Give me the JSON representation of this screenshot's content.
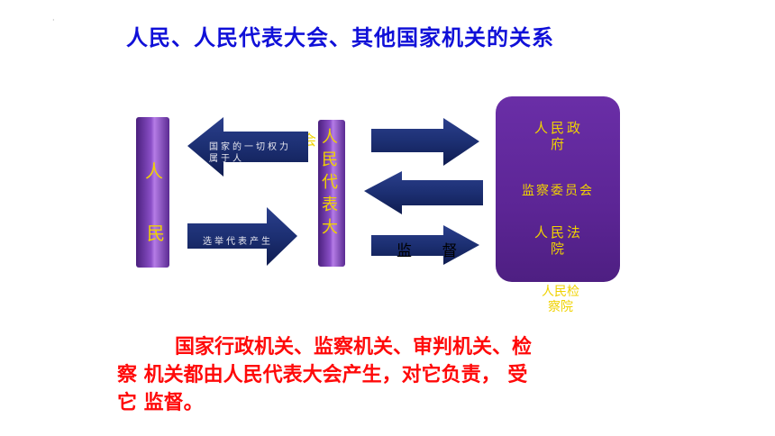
{
  "title": "人民、人民代表大会、其他国家机关的关系",
  "people": {
    "char1": "人",
    "char2": "民"
  },
  "npc": {
    "text": "人民代表大",
    "side": "会"
  },
  "arrows": {
    "power_label": "国家的一切权力 属于人",
    "elect_label": "选举代表产生",
    "supervise_label": "监 督"
  },
  "organs": {
    "government": "人民政府",
    "supervisory": "监察委员会",
    "court": "人民法院",
    "procuratorate": "人民检察院"
  },
  "body": {
    "line1": "国家行政机关、监察机关、审判机关、检",
    "line2": "察 机关都由人民代表大会产生，对它负责， 受",
    "line3": "它 监督。"
  },
  "colors": {
    "title": "#1010d8",
    "body": "#ff0a0a",
    "accent": "#f0d200",
    "arrow": "#1c2f72",
    "box": "#5c2595"
  }
}
